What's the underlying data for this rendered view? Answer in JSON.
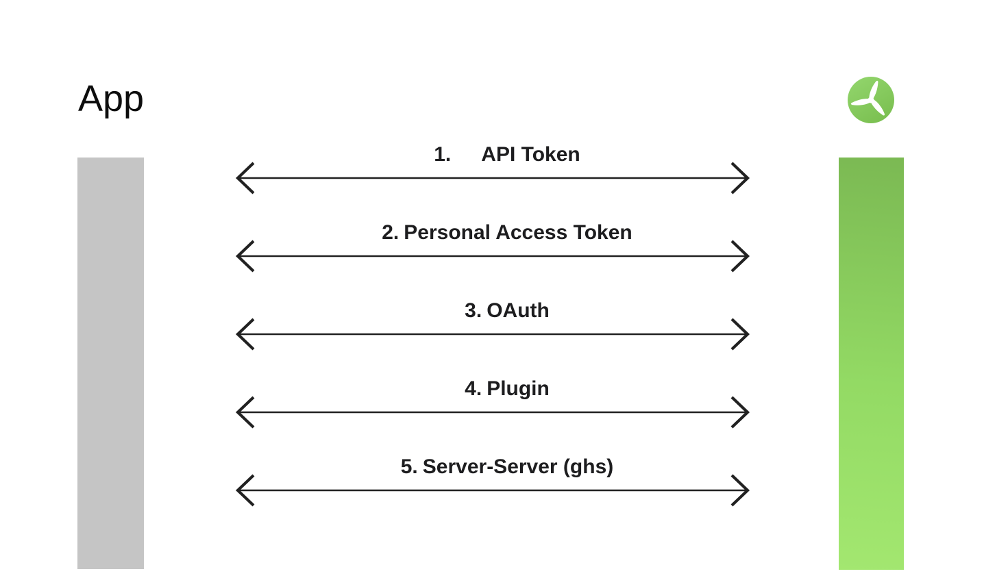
{
  "title": "App",
  "logo": {
    "name": "windmill-logo"
  },
  "lanes": {
    "left": {
      "bar_color": "#c5c5c5"
    },
    "right": {
      "bar_color_top": "#7bb953",
      "bar_color_bottom": "#a3e770"
    }
  },
  "connections": [
    {
      "number": "1.",
      "label": "API Token"
    },
    {
      "number": "2.",
      "label": "Personal Access Token"
    },
    {
      "number": "3.",
      "label": "OAuth"
    },
    {
      "number": "4.",
      "label": "Plugin"
    },
    {
      "number": "5.",
      "label": "Server-Server (ghs)"
    }
  ],
  "colors": {
    "arrow": "#212121",
    "label_text": "#1d1d1f",
    "title_text": "#0d0d0d",
    "logo_green_top": "#92d56c",
    "logo_green_bottom": "#7abf50"
  }
}
